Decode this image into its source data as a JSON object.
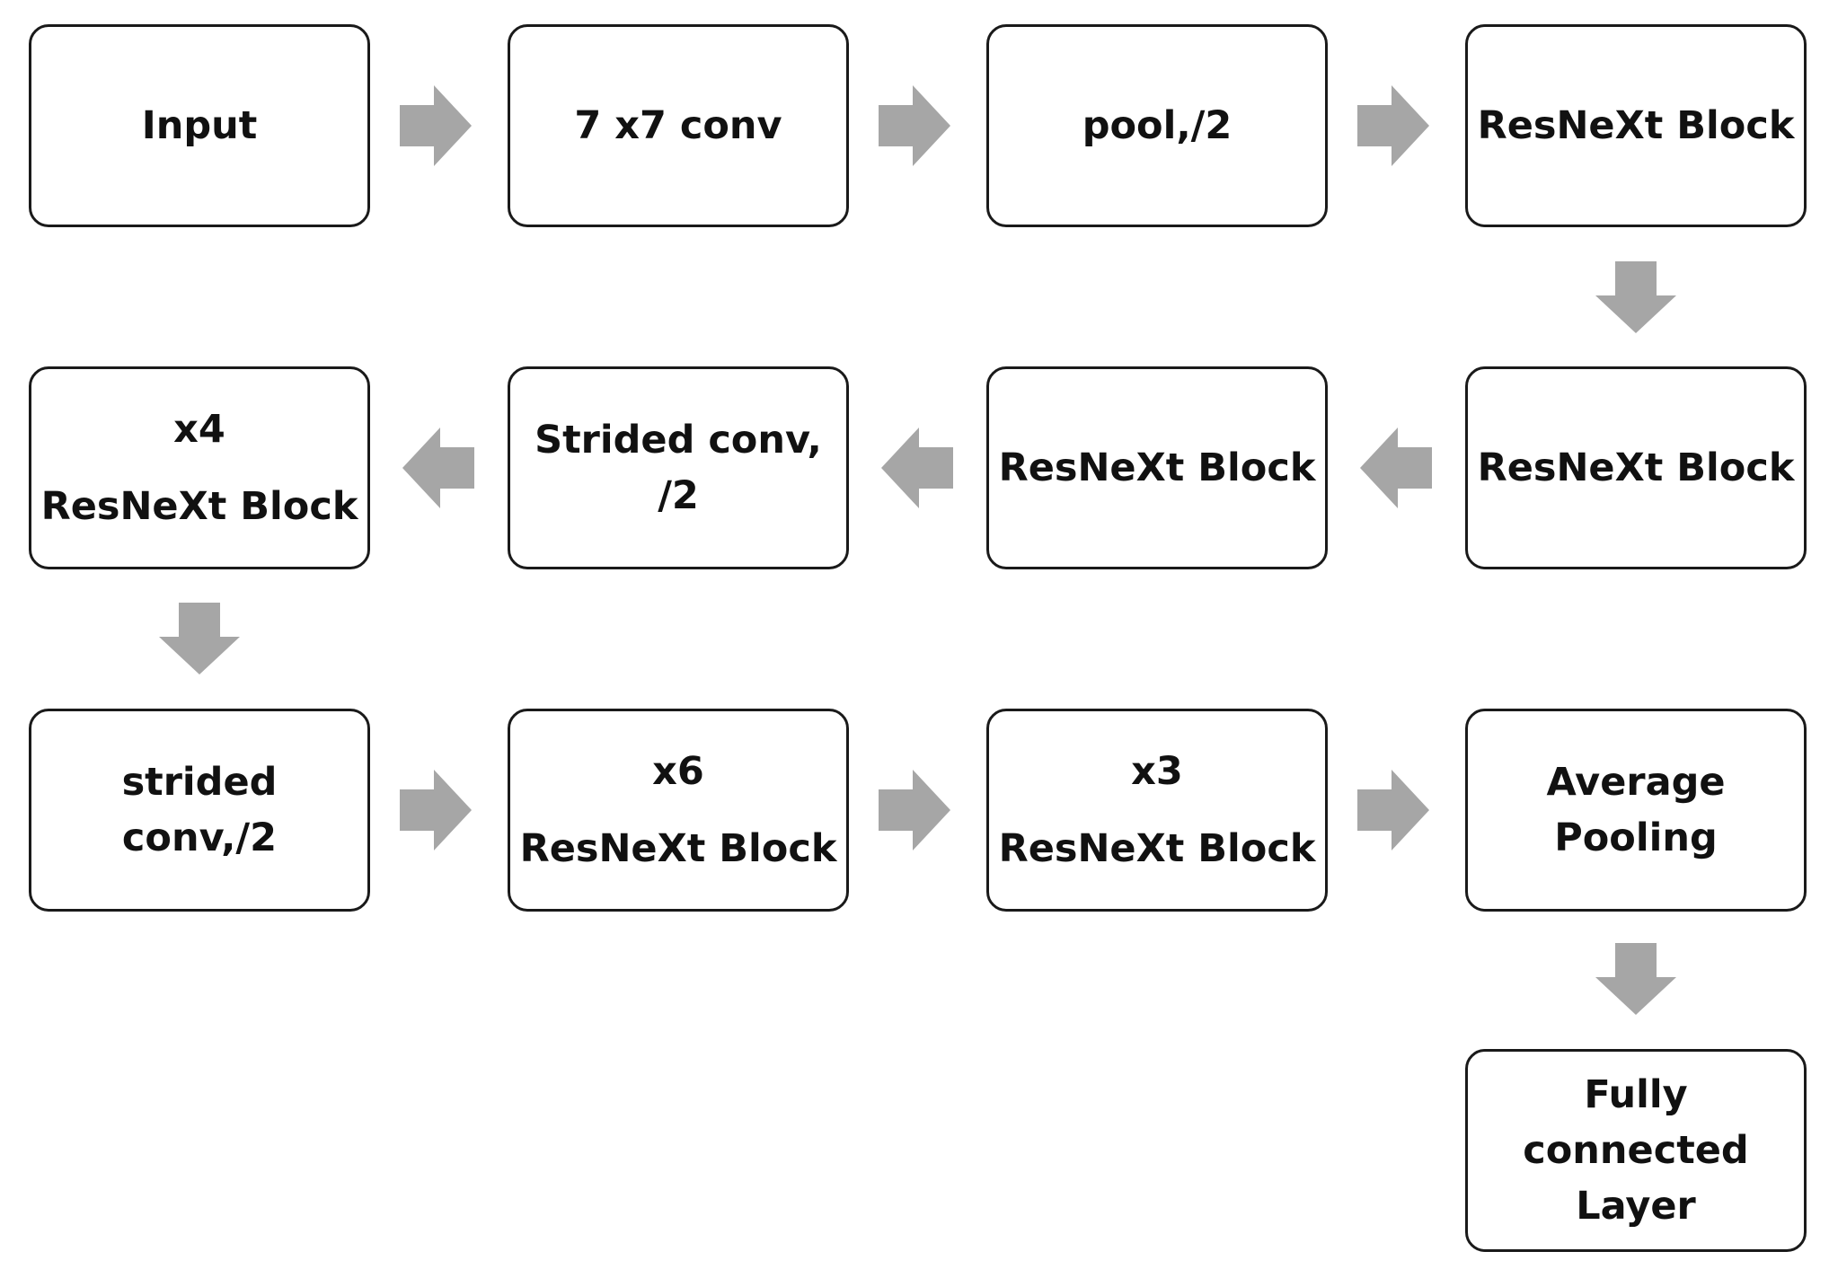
{
  "colors": {
    "arrow": "#a6a6a6",
    "box_border": "#1a1a1a",
    "text": "#111111",
    "background": "#ffffff"
  },
  "nodes": [
    {
      "id": "input",
      "lines": [
        "Input"
      ]
    },
    {
      "id": "conv7x7",
      "lines": [
        "7 x7 conv"
      ]
    },
    {
      "id": "pool",
      "lines": [
        "pool,/2"
      ]
    },
    {
      "id": "resnext-1",
      "lines": [
        "ResNeXt Block"
      ]
    },
    {
      "id": "resnext-2",
      "lines": [
        "ResNeXt Block"
      ]
    },
    {
      "id": "resnext-3",
      "lines": [
        "ResNeXt Block"
      ]
    },
    {
      "id": "strided-conv-1",
      "lines": [
        "Strided conv,",
        "/2"
      ]
    },
    {
      "id": "resnext-x4",
      "lines": [
        "x4",
        "ResNeXt Block"
      ]
    },
    {
      "id": "strided-conv-2",
      "lines": [
        "strided",
        "conv,/2"
      ]
    },
    {
      "id": "resnext-x6",
      "lines": [
        "x6",
        "ResNeXt Block"
      ]
    },
    {
      "id": "resnext-x3",
      "lines": [
        "x3",
        "ResNeXt Block"
      ]
    },
    {
      "id": "avg-pooling",
      "lines": [
        "Average",
        "Pooling"
      ]
    },
    {
      "id": "fully-connected",
      "lines": [
        "Fully",
        "connected",
        "Layer"
      ]
    }
  ],
  "edges": [
    {
      "from": "input",
      "to": "conv7x7",
      "direction": "right"
    },
    {
      "from": "conv7x7",
      "to": "pool",
      "direction": "right"
    },
    {
      "from": "pool",
      "to": "resnext-1",
      "direction": "right"
    },
    {
      "from": "resnext-1",
      "to": "resnext-2",
      "direction": "down"
    },
    {
      "from": "resnext-2",
      "to": "resnext-3",
      "direction": "left"
    },
    {
      "from": "resnext-3",
      "to": "strided-conv-1",
      "direction": "left"
    },
    {
      "from": "strided-conv-1",
      "to": "resnext-x4",
      "direction": "left"
    },
    {
      "from": "resnext-x4",
      "to": "strided-conv-2",
      "direction": "down"
    },
    {
      "from": "strided-conv-2",
      "to": "resnext-x6",
      "direction": "right"
    },
    {
      "from": "resnext-x6",
      "to": "resnext-x3",
      "direction": "right"
    },
    {
      "from": "resnext-x3",
      "to": "avg-pooling",
      "direction": "right"
    },
    {
      "from": "avg-pooling",
      "to": "fully-connected",
      "direction": "down"
    }
  ]
}
